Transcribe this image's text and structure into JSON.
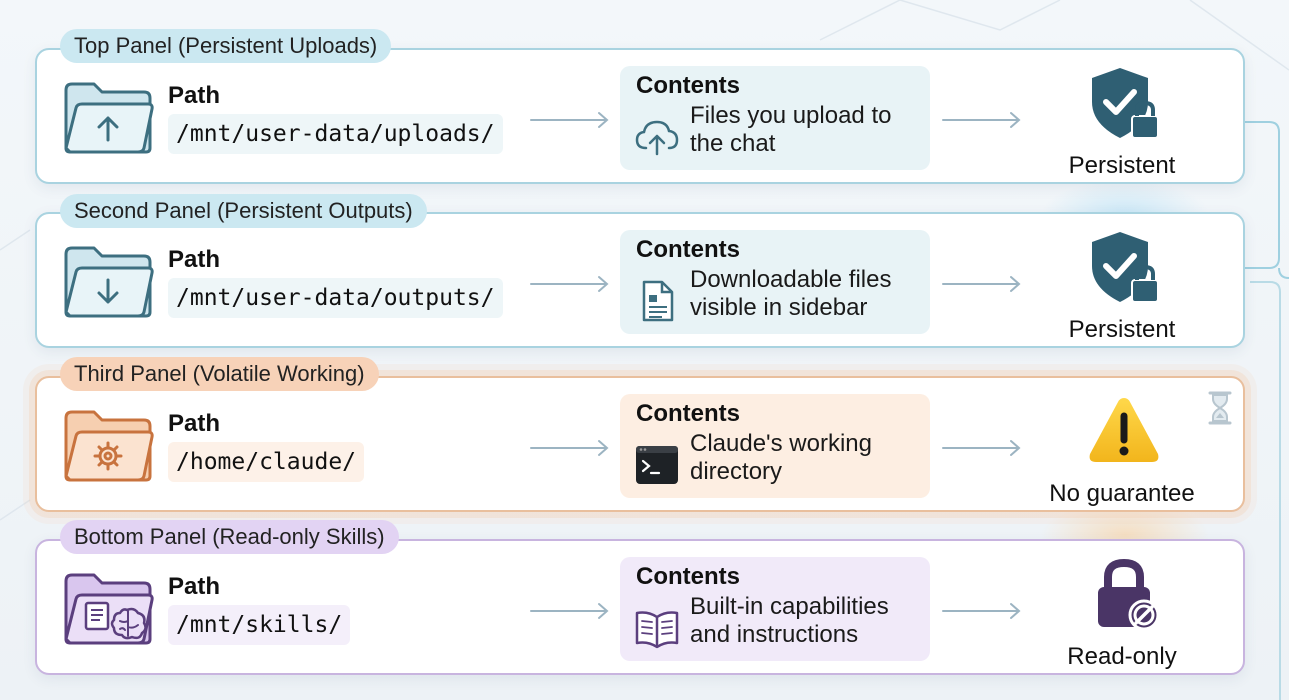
{
  "panels": [
    {
      "tag": "Top Panel (Persistent Uploads)",
      "path_label": "Path",
      "path": "/mnt/user-data/uploads/",
      "contents_label": "Contents",
      "contents_text": "Files you upload to the chat",
      "contents_icon": "cloud-upload-icon",
      "folder_icon": "folder-upload-icon",
      "status_icon": "shield-lock-icon",
      "status": "Persistent",
      "color": "#3d6f80"
    },
    {
      "tag": "Second Panel (Persistent Outputs)",
      "path_label": "Path",
      "path": "/mnt/user-data/outputs/",
      "contents_label": "Contents",
      "contents_text": "Downloadable files visible in sidebar",
      "contents_icon": "document-icon",
      "folder_icon": "folder-download-icon",
      "status_icon": "shield-lock-icon",
      "status": "Persistent",
      "color": "#3d6f80"
    },
    {
      "tag": "Third Panel (Volatile Working)",
      "path_label": "Path",
      "path": "/home/claude/",
      "contents_label": "Contents",
      "contents_text": "Claude's working directory",
      "contents_icon": "terminal-icon",
      "folder_icon": "folder-gear-icon",
      "status_icon": "warning-icon",
      "status": "No guarantee",
      "color": "#c8733e"
    },
    {
      "tag": "Bottom Panel (Read-only Skills)",
      "path_label": "Path",
      "path": "/mnt/skills/",
      "contents_label": "Contents",
      "contents_text": "Built-in capabilities and instructions",
      "contents_icon": "open-book-icon",
      "folder_icon": "folder-brain-icon",
      "status_icon": "padlock-blocked-icon",
      "status": "Read-only",
      "color": "#5b3f7e"
    }
  ],
  "decorations": {
    "hourglass_icon": "hourglass-icon"
  }
}
